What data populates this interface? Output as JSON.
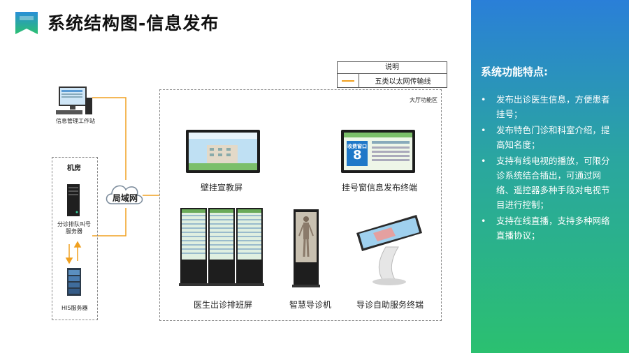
{
  "title": "系统结构图-信息发布",
  "legend": {
    "header": "说明",
    "item": "五类以太网传输线",
    "line_color": "#f0a020"
  },
  "diagram": {
    "hall_label": "大厅功能区",
    "room_label": "机房",
    "cloud_label": "局域网",
    "workstation_label": "信息管理工作站",
    "queue_server_label": "分诊排队叫号\n服务器",
    "his_server_label": "HIS服务器",
    "devices": {
      "wall_screen": "壁挂宣教屏",
      "registration_terminal": "挂号窗信息发布终端",
      "doctor_schedule_screen": "医生出诊排班屏",
      "smart_guide": "智慧导诊机",
      "self_service_terminal": "导诊自助服务终端"
    },
    "registration_screen_text": {
      "window": "收费窗口",
      "number": "8"
    }
  },
  "features": {
    "heading": "系统功能特点:",
    "items": [
      "发布出诊医生信息，方便患者挂号；",
      "发布特色门诊和科室介绍，提高知名度；",
      "支持有线电视的播放，可限分诊系统结合插出，可通过网络、遥控器多种手段对电视节目进行控制；",
      "支持在线直播，支持多种网络直播协议；"
    ]
  },
  "colors": {
    "accent_top": "#2a7fd8",
    "accent_bottom": "#2bc070",
    "cable": "#f0a020"
  }
}
